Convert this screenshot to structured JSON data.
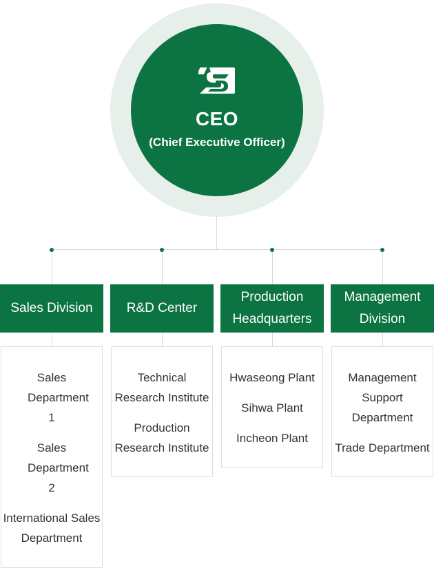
{
  "ceo": {
    "title": "CEO",
    "subtitle": "(Chief Executive Officer)",
    "logo": "company-logo-icon"
  },
  "colors": {
    "primary": "#0c7342",
    "halo": "#e6efea",
    "line": "#d5d9d7",
    "text": "#333333"
  },
  "divisions": [
    {
      "name": "Sales Division",
      "departments": [
        "Sales Department 1",
        "Sales Department 2",
        "International Sales Department"
      ]
    },
    {
      "name": "R&D Center",
      "departments": [
        "Technical Research Institute",
        "Production Research Institute"
      ]
    },
    {
      "name": "Production Headquarters",
      "departments": [
        "Hwaseong Plant",
        "Sihwa Plant",
        "Incheon Plant"
      ]
    },
    {
      "name": "Management Division",
      "departments": [
        "Management Support Department",
        "Trade Department"
      ]
    }
  ]
}
